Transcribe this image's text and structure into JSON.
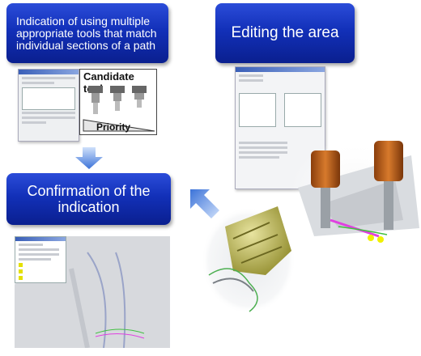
{
  "boxes": {
    "indication": "Indication of using multiple appropriate tools that match individual sections of a path",
    "editing": "Editing the area",
    "confirmation": "Confirmation of the indication"
  },
  "candidate_panel": {
    "title": "Candidate tool",
    "priority": "Priority"
  },
  "colors": {
    "box_top": "#2b4cd9",
    "box_bottom": "#0a1f8f",
    "arrow": "#5b8ee0"
  }
}
